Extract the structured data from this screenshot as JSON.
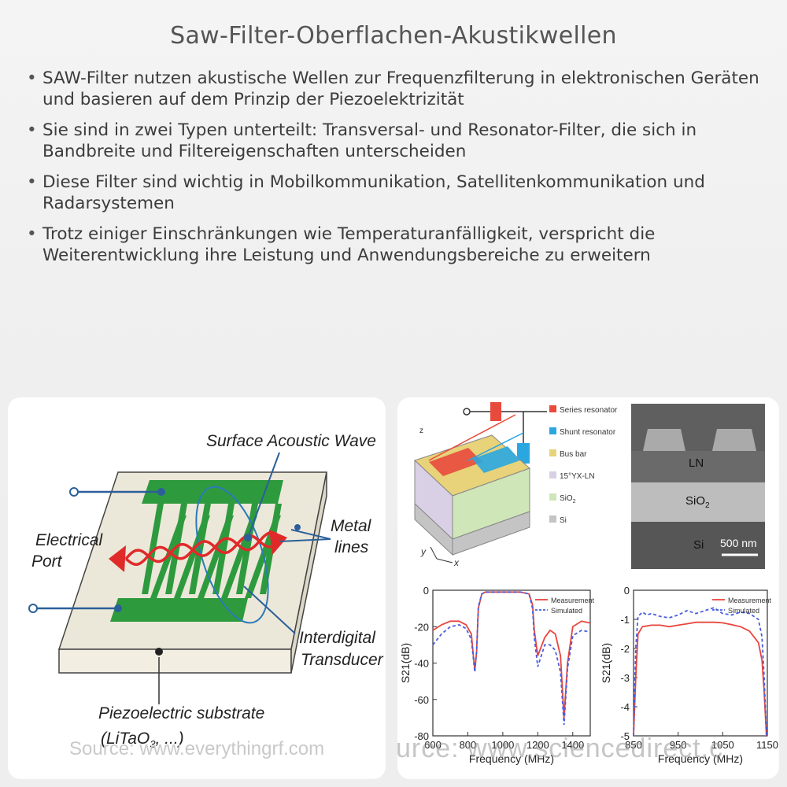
{
  "title": "Saw-Filter-Oberflachen-Akustikwellen",
  "bullets": [
    "SAW-Filter nutzen akustische Wellen zur Frequenzfilterung in elektronischen Geräten und basieren auf dem Prinzip der Piezoelektrizität",
    "Sie sind in zwei Typen unterteilt: Transversal- und Resonator-Filter, die sich in Bandbreite und Filtereigenschaften unterscheiden",
    "Diese Filter sind wichtig in Mobilkommunikation, Satellitenkommunikation und Radarsystemen",
    "Trotz einiger Einschränkungen wie Temperaturanfälligkeit, verspricht die Weiterentwicklung ihre Leistung und Anwendungsbereiche zu erweitern"
  ],
  "left_figure": {
    "label_wave": "Surface Acoustic Wave",
    "label_port_1": "Electrical",
    "label_port_2": "Port",
    "label_metal_1": "Metal",
    "label_metal_2": "lines",
    "label_idt_1": "Interdigital",
    "label_idt_2": "Transducer",
    "label_substrate_1": "Piezoelectric substrate",
    "label_substrate_2": "(LiTaO",
    "label_substrate_sub": "3",
    "label_substrate_3": ", ...)",
    "source": "Source: www.everythingrf.com"
  },
  "right_figure": {
    "legend": [
      "Series resonator",
      "Shunt resonator",
      "Bus bar",
      "15°YX-LN",
      "SiO",
      "Si"
    ],
    "legend_sub": "2",
    "sem_ln": "LN",
    "sem_sio2": "SiO",
    "sem_sio2_sub": "2",
    "sem_si": "Si",
    "sem_scale": "500 nm",
    "axis_x": "x",
    "axis_y": "y",
    "axis_z": "z",
    "watermark": "urce: www.sciencedirect.c"
  },
  "colors": {
    "series_resonator": "#e84a3c",
    "shunt_resonator": "#2aa7e0",
    "bus_bar": "#e8d27a",
    "ln": "#d9d0e6",
    "sio2": "#cfe6b8",
    "si": "#c4c4c4",
    "measurement": "#e8453c",
    "simulated": "#4a5ee0",
    "substrate_green": "#2e9a3e"
  },
  "chart_data": [
    {
      "type": "line",
      "xlabel": "Frequency (MHz)",
      "ylabel": "S21(dB)",
      "xlim": [
        600,
        1500
      ],
      "ylim": [
        -80,
        0
      ],
      "xticks": [
        600,
        800,
        1000,
        1200,
        1400
      ],
      "yticks": [
        0,
        -20,
        -40,
        -60,
        -80
      ],
      "legend_position": "top-right",
      "series": [
        {
          "name": "Measurement",
          "color": "#e8453c",
          "dash": "solid",
          "x": [
            600,
            650,
            700,
            750,
            790,
            820,
            840,
            850,
            860,
            880,
            900,
            1000,
            1100,
            1150,
            1170,
            1180,
            1200,
            1240,
            1270,
            1300,
            1330,
            1350,
            1370,
            1400,
            1450,
            1500
          ],
          "y": [
            -22,
            -19,
            -17,
            -17,
            -19,
            -24,
            -44,
            -34,
            -10,
            -2,
            -1,
            -1,
            -1,
            -2,
            -8,
            -22,
            -36,
            -26,
            -22,
            -24,
            -36,
            -70,
            -40,
            -20,
            -17,
            -18
          ]
        },
        {
          "name": "Simulated",
          "color": "#4a5ee0",
          "dash": "dashed",
          "x": [
            600,
            650,
            700,
            750,
            790,
            820,
            840,
            850,
            860,
            880,
            900,
            1000,
            1100,
            1150,
            1170,
            1180,
            1200,
            1240,
            1270,
            1300,
            1330,
            1350,
            1370,
            1400,
            1450,
            1500
          ],
          "y": [
            -30,
            -24,
            -20,
            -19,
            -21,
            -27,
            -45,
            -33,
            -9,
            -2,
            -1,
            -1,
            -1,
            -2,
            -10,
            -26,
            -42,
            -30,
            -30,
            -33,
            -45,
            -74,
            -43,
            -25,
            -22,
            -23
          ]
        }
      ]
    },
    {
      "type": "line",
      "xlabel": "Frequency (MHz)",
      "ylabel": "S21(dB)",
      "xlim": [
        850,
        1150
      ],
      "ylim": [
        -5,
        0
      ],
      "xticks": [
        850,
        950,
        1050,
        1150
      ],
      "yticks": [
        0,
        -1,
        -2,
        -3,
        -4,
        -5
      ],
      "legend_position": "top-right",
      "series": [
        {
          "name": "Measurement",
          "color": "#e8453c",
          "dash": "solid",
          "x": [
            850,
            855,
            860,
            870,
            890,
            910,
            930,
            950,
            970,
            990,
            1010,
            1030,
            1050,
            1070,
            1090,
            1110,
            1130,
            1138,
            1143,
            1148
          ],
          "y": [
            -5,
            -3,
            -1.5,
            -1.25,
            -1.2,
            -1.2,
            -1.25,
            -1.2,
            -1.15,
            -1.1,
            -1.1,
            -1.1,
            -1.12,
            -1.18,
            -1.25,
            -1.4,
            -1.8,
            -2.4,
            -3.5,
            -5
          ]
        },
        {
          "name": "Simulated",
          "color": "#4a5ee0",
          "dash": "dashed",
          "x": [
            850,
            855,
            860,
            870,
            880,
            890,
            910,
            930,
            950,
            970,
            990,
            1010,
            1030,
            1050,
            1070,
            1090,
            1110,
            1130,
            1138,
            1143,
            1148
          ],
          "y": [
            -5,
            -2,
            -0.9,
            -0.75,
            -0.85,
            -0.8,
            -0.9,
            -0.95,
            -0.85,
            -0.7,
            -0.8,
            -0.7,
            -0.6,
            -0.8,
            -0.85,
            -0.75,
            -0.8,
            -1.0,
            -1.6,
            -3.0,
            -5
          ]
        }
      ]
    }
  ]
}
